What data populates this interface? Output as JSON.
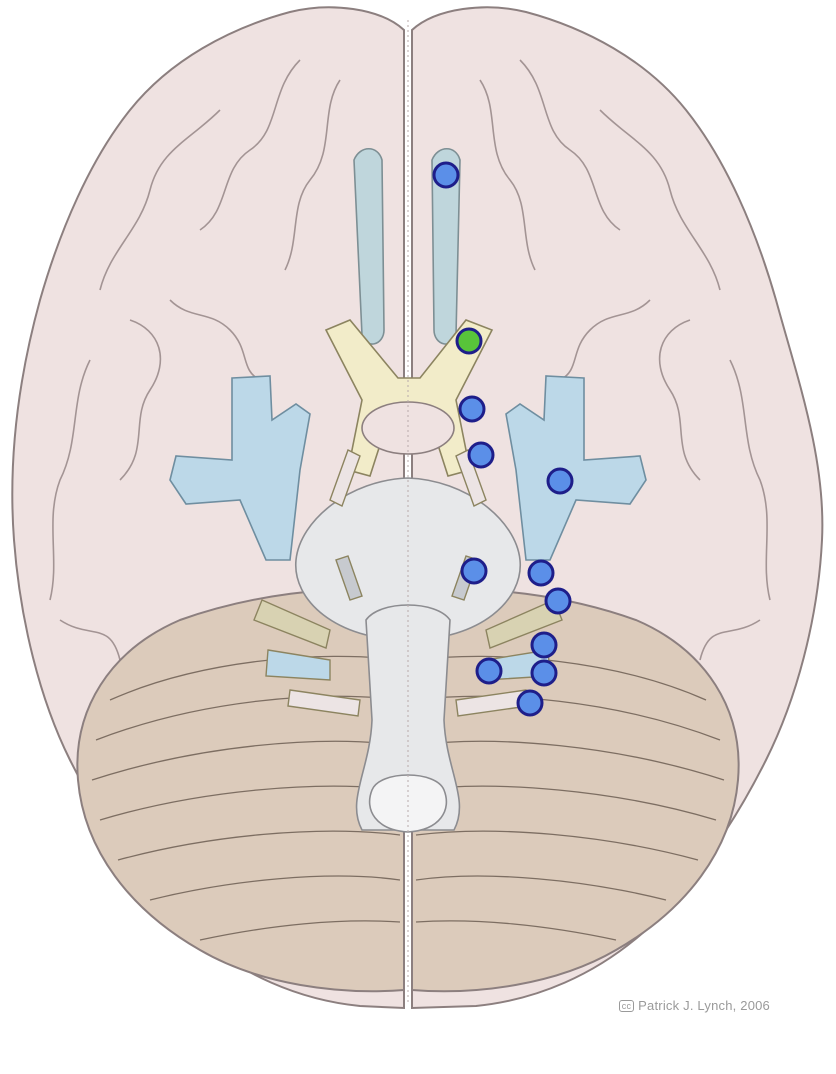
{
  "colors": {
    "cerebrum_fill": "#efe2e1",
    "cerebrum_stroke": "#8c7f7f",
    "cerebellum_fill": "#dccbbb",
    "brainstem_fill": "#e7e8ea",
    "olfactory_fill": "#bfd6dc",
    "optic_fill": "#f2ecc9",
    "vessel_fill": "#bcd8e8",
    "nerve_fill": "#d8d2b2",
    "marker_blue": "#5b8fe8",
    "marker_green": "#58c43a",
    "marker_stroke": "#1e1e8a"
  },
  "markers": [
    {
      "id": "marker-1",
      "color": "blue"
    },
    {
      "id": "marker-2",
      "color": "green",
      "selected": true
    },
    {
      "id": "marker-3",
      "color": "blue"
    },
    {
      "id": "marker-4",
      "color": "blue"
    },
    {
      "id": "marker-5",
      "color": "blue"
    },
    {
      "id": "marker-6",
      "color": "blue"
    },
    {
      "id": "marker-7",
      "color": "blue"
    },
    {
      "id": "marker-8",
      "color": "blue"
    },
    {
      "id": "marker-9",
      "color": "blue"
    },
    {
      "id": "marker-10",
      "color": "blue"
    },
    {
      "id": "marker-11",
      "color": "blue"
    },
    {
      "id": "marker-12",
      "color": "blue"
    }
  ],
  "credit": {
    "cc_badge": "cc",
    "text": "Patrick J. Lynch, 2006"
  }
}
